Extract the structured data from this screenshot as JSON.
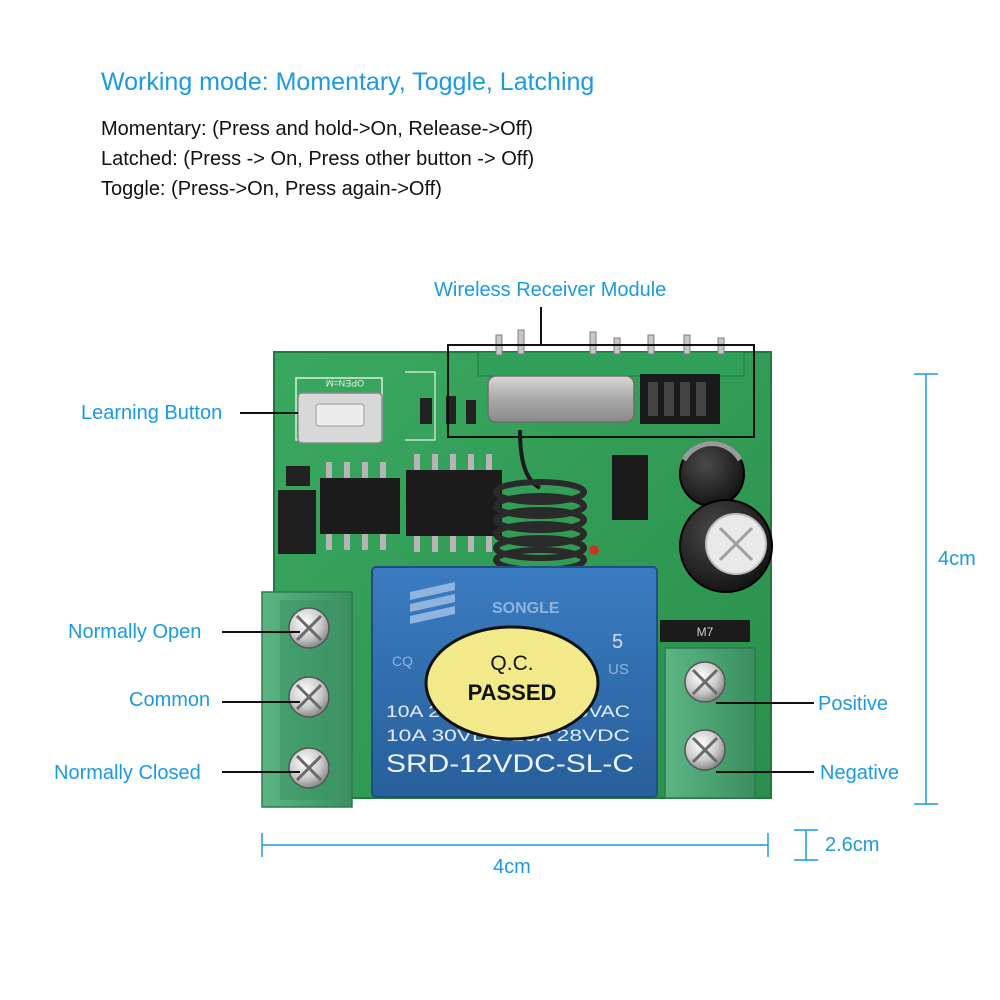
{
  "heading": "Working mode: Momentary, Toggle, Latching",
  "modes": [
    "Momentary: (Press and hold->On, Release->Off)",
    "Latched: (Press -> On, Press other button -> Off)",
    "Toggle: (Press->On, Press again->Off)"
  ],
  "labels": {
    "wireless_receiver": "Wireless Receiver Module",
    "learning_button": "Learning Button",
    "normally_open": "Normally Open",
    "common": "Common",
    "normally_closed": "Normally Closed",
    "positive": "Positive",
    "negative": "Negative"
  },
  "dimensions": {
    "height": "4cm",
    "width": "4cm",
    "thickness": "2.6cm"
  },
  "relay": {
    "brand": "SONGLE",
    "qc_line1": "Q.C.",
    "qc_line2": "PASSED",
    "rating1": "10A 250VAC 15A 125VAC",
    "rating2": "10A 30VDC 10A 28VDC",
    "model": "SRD-12VDC-SL-C",
    "mark_cq": "CQ",
    "mark_5": "5",
    "mark_us": "US"
  },
  "pcb_text": {
    "open_m": "OPEN=M",
    "m7": "M7"
  },
  "colors": {
    "accent": "#1a9ae0",
    "pcb": "#2e9a52",
    "terminal": "#4aa371",
    "relay": "#2f6fb1",
    "qc_label": "#f2ea8a"
  }
}
